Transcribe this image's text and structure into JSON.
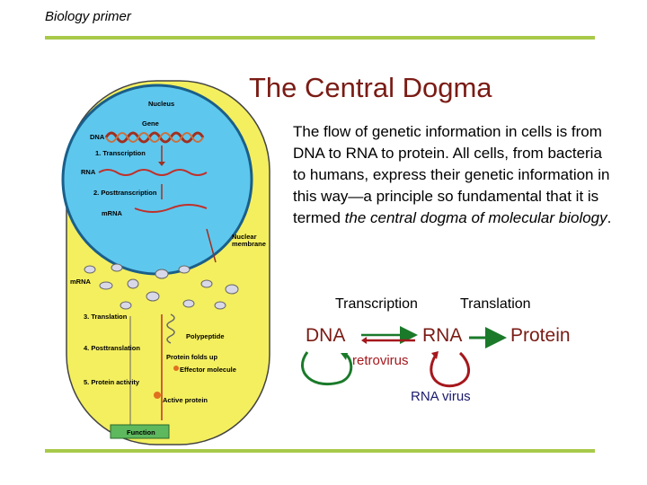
{
  "header": {
    "subtitle": "Biology primer"
  },
  "slide": {
    "title": "The Central Dogma",
    "paragraph": {
      "text1": "The flow of genetic information in cells is from DNA to RNA to protein. All cells, from bacteria to humans, express their genetic information in this way—a principle so fundamental that it is termed ",
      "emphasis": "the central dogma of molecular biology",
      "text2": "."
    }
  },
  "cell_diagram": {
    "labels": {
      "nucleus": "Nucleus",
      "gene": "Gene",
      "dna": "DNA",
      "step1": "1. Transcription",
      "rna": "RNA",
      "step2": "2. Posttranscription",
      "mrna_inside": "mRNA",
      "nuclear_membrane_1": "Nuclear",
      "nuclear_membrane_2": "membrane",
      "mrna_outside": "mRNA",
      "step3": "3. Translation",
      "polypeptide": "Polypeptide",
      "step4": "4. Posttranslation",
      "protein_folds": "Protein folds up",
      "effector": "Effector molecule",
      "step5": "5. Protein activity",
      "active_protein": "Active protein",
      "function": "Function"
    }
  },
  "dogma_diagram": {
    "transcription_label": "Transcription",
    "translation_label": "Translation",
    "dna": "DNA",
    "rna": "RNA",
    "protein": "Protein",
    "retrovirus": "retrovirus",
    "rna_virus": "RNA virus",
    "colors": {
      "green": "#1a7a2a",
      "red_text": "#a5171c",
      "maroon": "#7a1b14"
    }
  }
}
